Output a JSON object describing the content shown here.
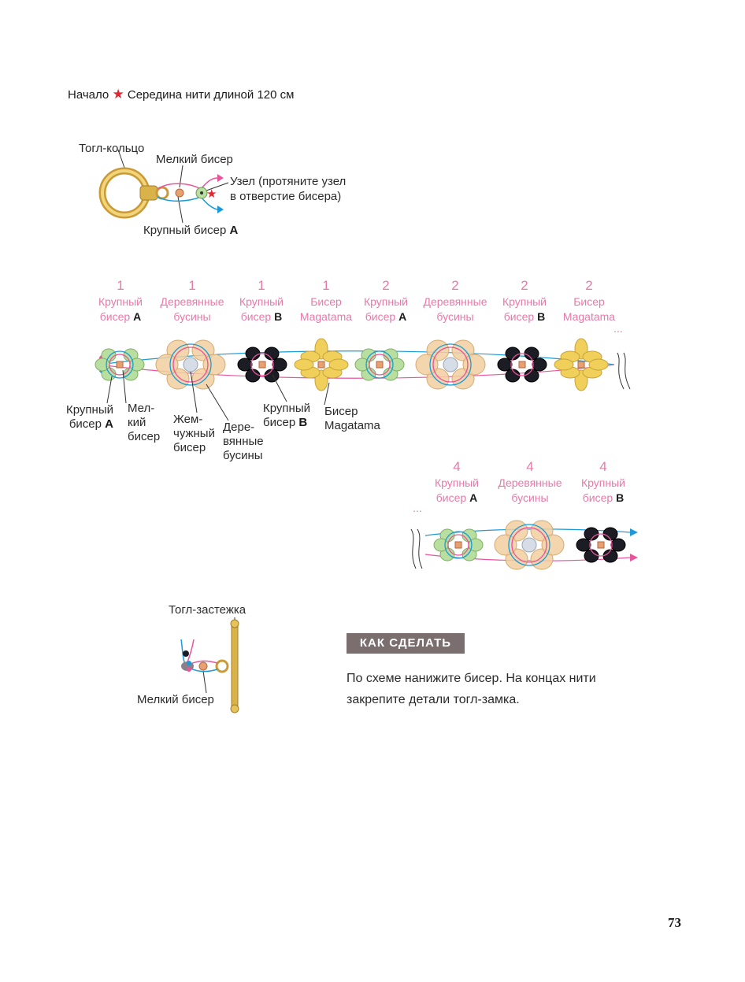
{
  "header": {
    "start": "Начало",
    "star_note": "Середина нити длиной 120 см"
  },
  "toggle_ring_section": {
    "toggle_ring": "Тогл-кольцо",
    "small_bead": "Мелкий бисер",
    "knot_line1": "Узел (протяните узел",
    "knot_line2": "в отверстие бисера)",
    "large_bead_a": "Крупный бисер",
    "large_bead_a_letter": "A"
  },
  "row1_headers": [
    {
      "count": "1",
      "line1": "Крупный",
      "line2": "бисер",
      "letter": "A"
    },
    {
      "count": "1",
      "line1": "Деревянные",
      "line2": "бусины",
      "letter": ""
    },
    {
      "count": "1",
      "line1": "Крупный",
      "line2": "бисер",
      "letter": "B"
    },
    {
      "count": "1",
      "line1": "Бисер",
      "line2": "Magatama",
      "letter": ""
    },
    {
      "count": "2",
      "line1": "Крупный",
      "line2": "бисер",
      "letter": "A"
    },
    {
      "count": "2",
      "line1": "Деревянные",
      "line2": "бусины",
      "letter": ""
    },
    {
      "count": "2",
      "line1": "Крупный",
      "line2": "бисер",
      "letter": "B"
    },
    {
      "count": "2",
      "line1": "Бисер",
      "line2": "Magatama",
      "letter": ""
    }
  ],
  "row1_labels": {
    "large_a_line1": "Крупный",
    "large_a_line2": "бисер",
    "large_a_letter": "A",
    "small_line1": "Мел-",
    "small_line2": "кий",
    "small_line3": "бисер",
    "pearl_line1": "Жем-",
    "pearl_line2": "чужный",
    "pearl_line3": "бисер",
    "wood_line1": "Дере-",
    "wood_line2": "вянные",
    "wood_line3": "бусины",
    "large_b_line1": "Крупный",
    "large_b_line2": "бисер",
    "large_b_letter": "B",
    "magatama_line1": "Бисер",
    "magatama_line2": "Magatama",
    "ellipsis": "..."
  },
  "row2_headers": [
    {
      "count": "4",
      "line1": "Крупный",
      "line2": "бисер",
      "letter": "A"
    },
    {
      "count": "4",
      "line1": "Деревянные",
      "line2": "бусины",
      "letter": ""
    },
    {
      "count": "4",
      "line1": "Крупный",
      "line2": "бисер",
      "letter": "B"
    }
  ],
  "toggle_bar_section": {
    "toggle_bar": "Тогл-застежка",
    "small_bead": "Мелкий бисер"
  },
  "howto": {
    "heading": "КАК СДЕЛАТЬ",
    "line1": "По схеме нанижите бисер. На концах нити",
    "line2": "закрепите детали тогл-замка."
  },
  "page_number": "73",
  "colors": {
    "pink_thread": "#e8559a",
    "blue_thread": "#1a9bd7",
    "green_bead": "#b9dfa0",
    "wood_bead": "#f2cfa0",
    "black_bead": "#1c1c24",
    "magatama": "#f0cf5a",
    "gold": "#d9b24a"
  }
}
